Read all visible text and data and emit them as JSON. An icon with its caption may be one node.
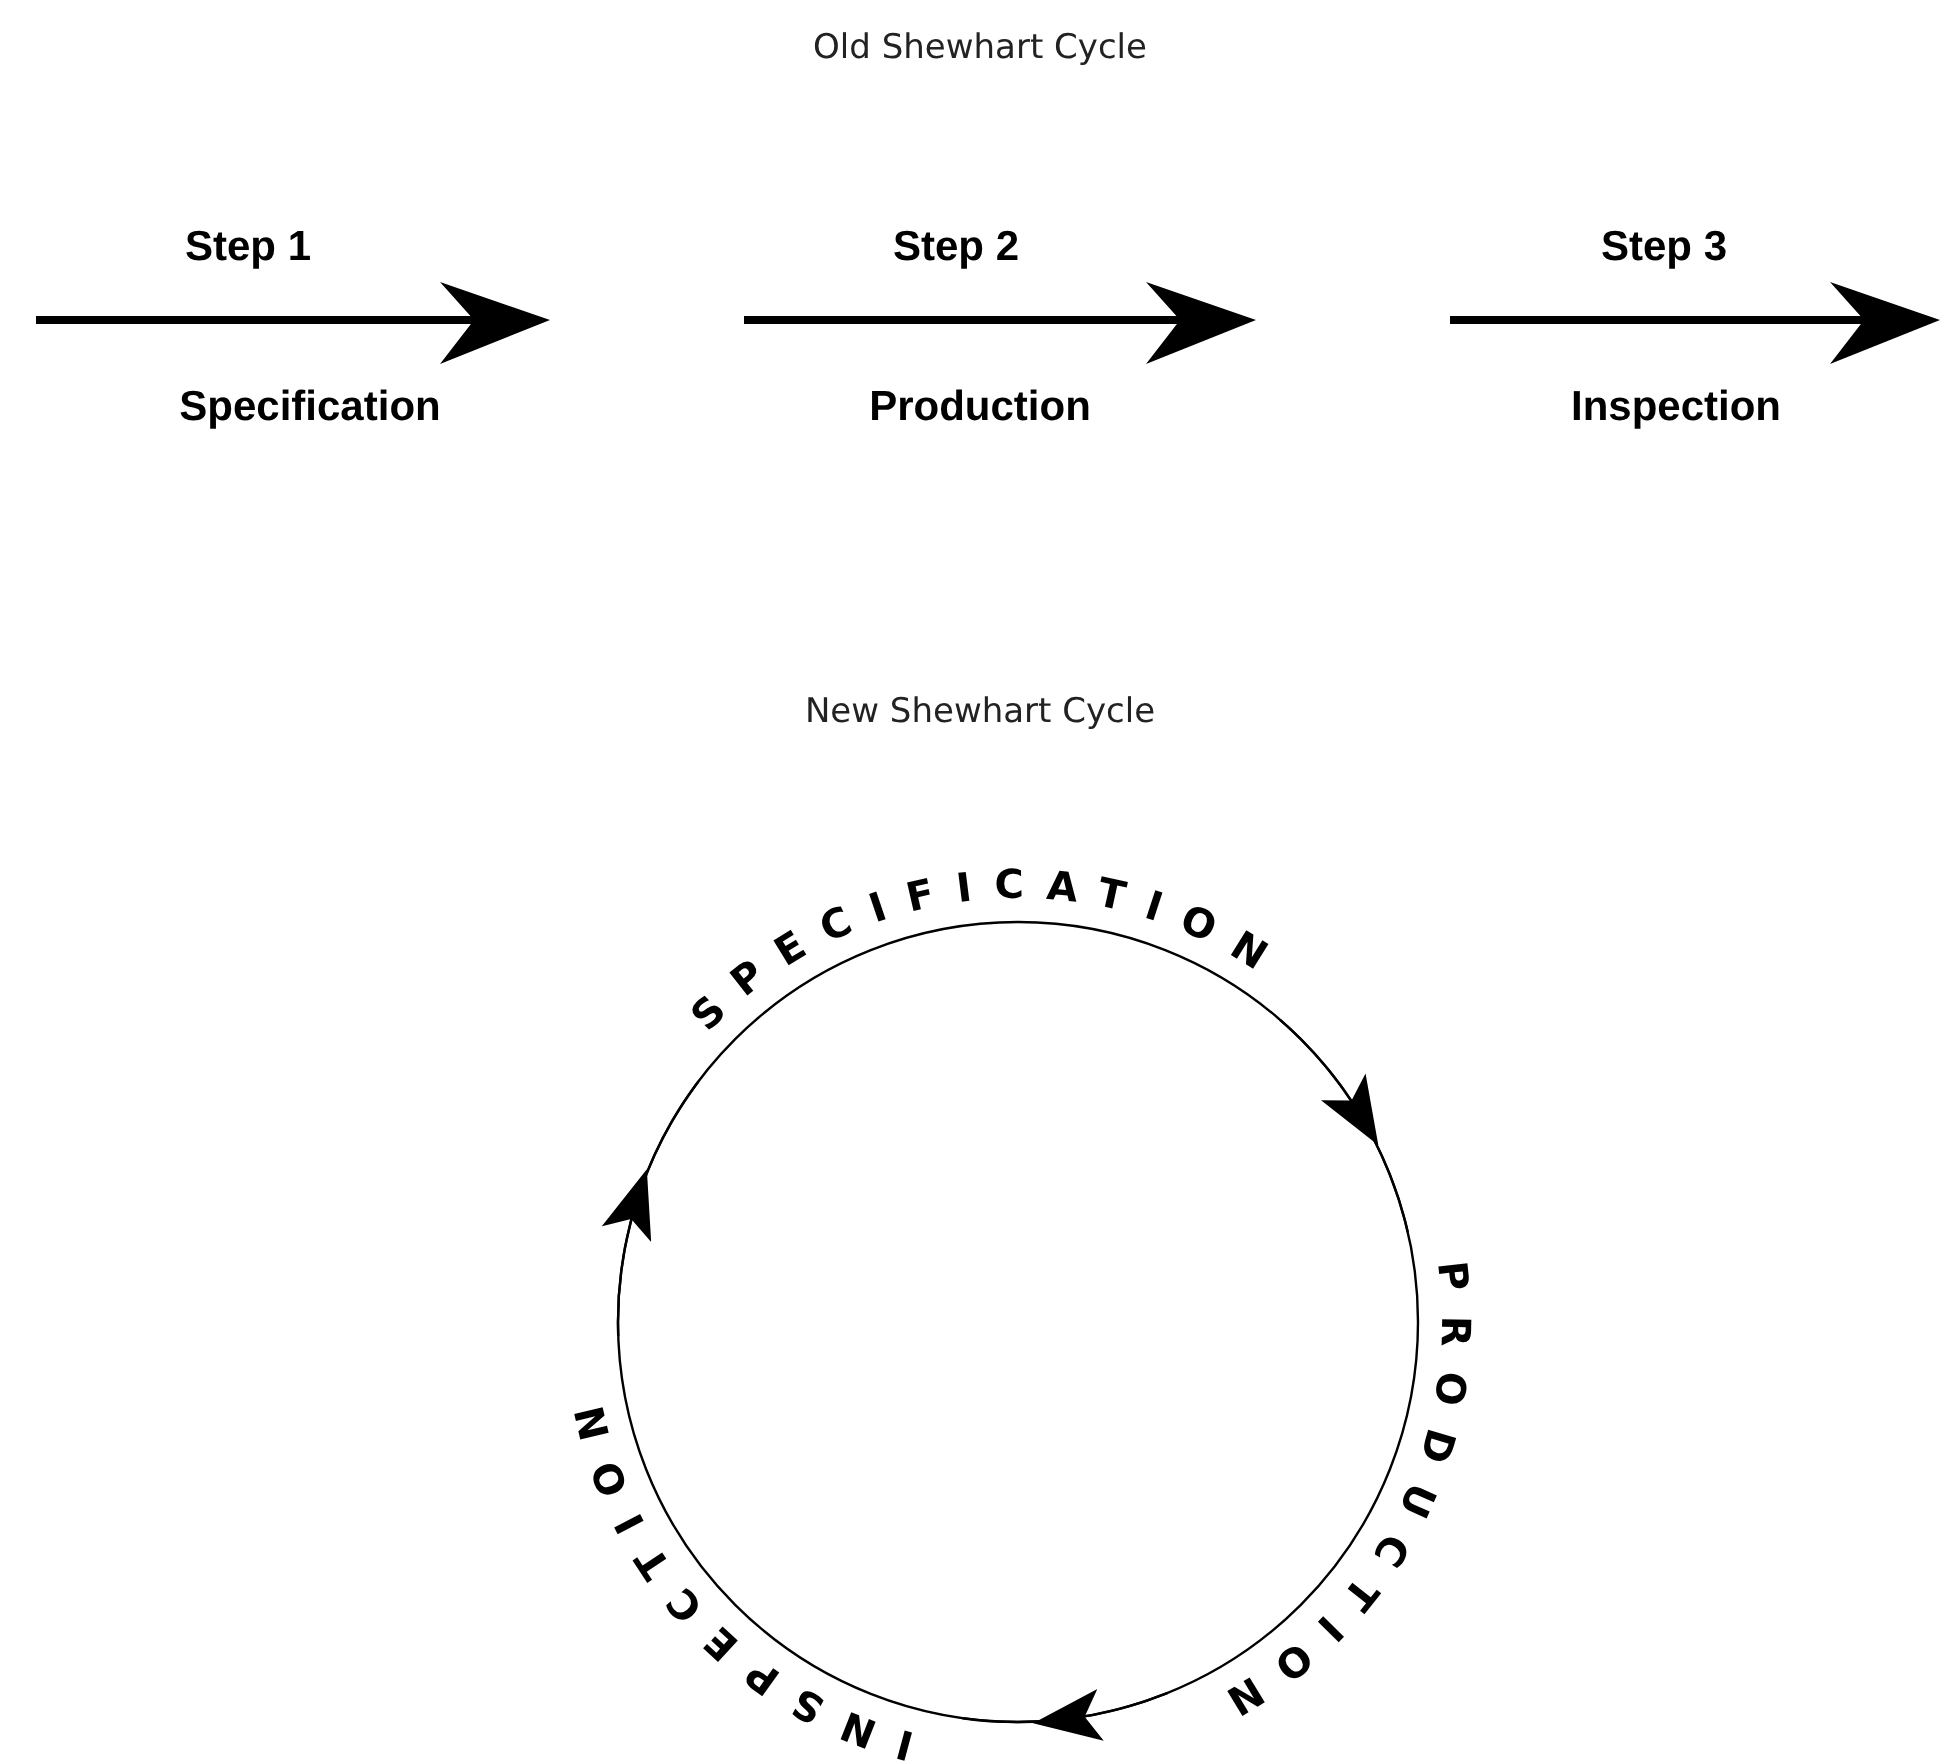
{
  "diagram": {
    "labels": [
      "Old Shewhart Cycle",
      "Step 1",
      "Specification",
      "Step 2",
      "Production",
      "Step 3",
      "Inspection",
      "New Shewhart Cycle",
      "SPECIFICATION",
      "PRODUCTION",
      "INSPECTION"
    ]
  }
}
